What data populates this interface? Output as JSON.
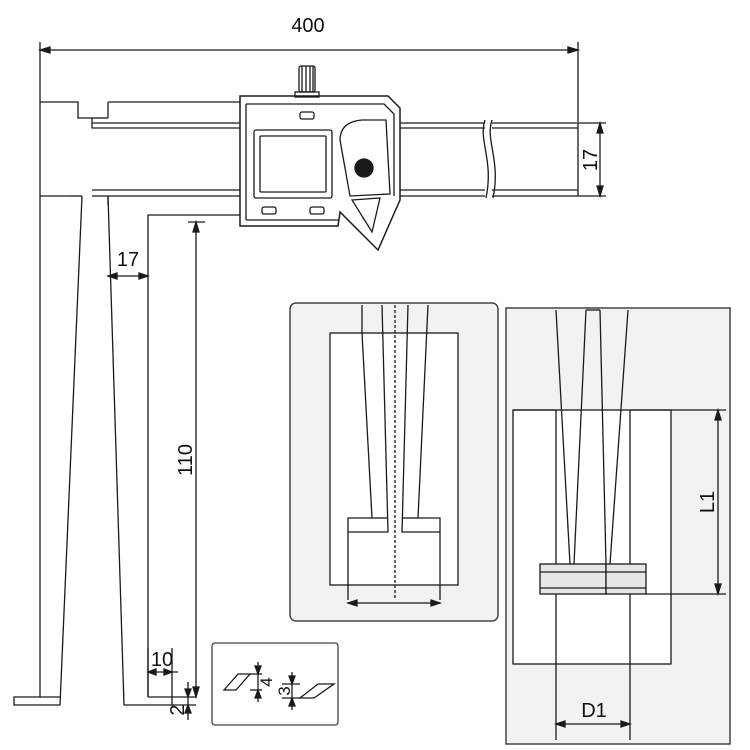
{
  "dimensions": {
    "overall_length": "400",
    "beam_height": "17",
    "jaw_spacing": "17",
    "jaw_length": "110",
    "tip_width": "10",
    "tip_height": "2",
    "blade_thickness_a": "4",
    "blade_thickness_b": "3",
    "depth_label": "L1",
    "diameter_label": "D1"
  },
  "colors": {
    "line": "#1a1a1a",
    "panel_border": "#444444",
    "inset_bg": "#f2f2f2"
  }
}
